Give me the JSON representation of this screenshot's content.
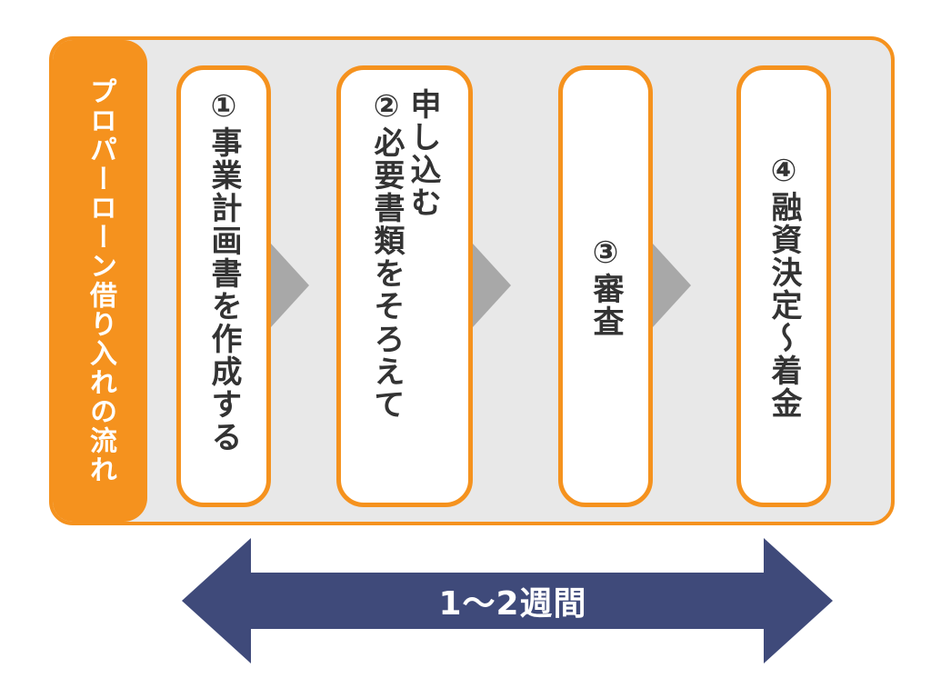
{
  "side_label": "プロパーローン借り入れの流れ",
  "steps": [
    {
      "label": "①事業計画書を作成する"
    },
    {
      "line1": "②必要書類をそろえて",
      "line2": "申し込む"
    },
    {
      "label": "③審査"
    },
    {
      "label": "④融資決定～着金"
    }
  ],
  "duration": "1～2週間",
  "colors": {
    "accent": "#f5921e",
    "panel": "#e8e8e8",
    "chevron": "#a8a8a8",
    "arrow": "#3f4a7a"
  }
}
